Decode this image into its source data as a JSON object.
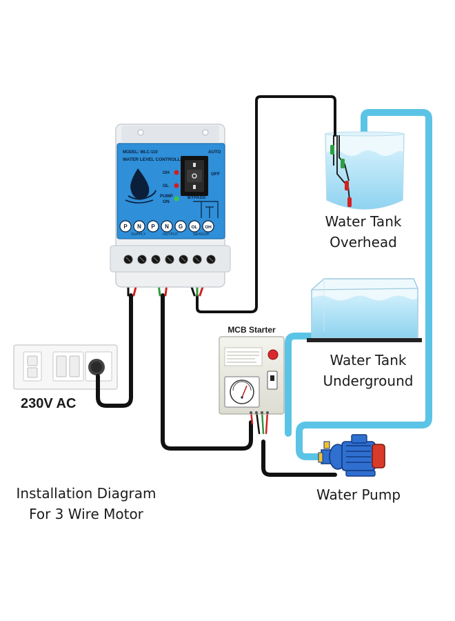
{
  "controller": {
    "model": "MODEL: WLC-110",
    "title": "WATER LEVEL CONTROLLER",
    "switch_auto": "AUTO",
    "switch_off": "OFF",
    "switch_bypass": "BYPASS",
    "led_oh": "OH",
    "led_ol": "OL",
    "pump_on_1": "PUMP",
    "pump_on_2": "ON",
    "terminals": [
      "P",
      "N",
      "P",
      "N",
      "G",
      "OL",
      "OH"
    ],
    "group_supply": "SUPPLY",
    "group_output": "OUTPUT",
    "group_sensor": "SENSOR"
  },
  "labels": {
    "overhead_tank_1": "Water Tank",
    "overhead_tank_2": "Overhead",
    "underground_tank_1": "Water Tank",
    "underground_tank_2": "Underground",
    "mcb_starter": "MCB Starter",
    "supply": "230V AC",
    "water_pump": "Water Pump",
    "caption_1": "Installation Diagram",
    "caption_2": "For 3 Wire Motor"
  },
  "colors": {
    "pipe": "#5bc4e6",
    "wire_black": "#111111",
    "wire_red": "#d42020",
    "wire_green": "#2e9a3a",
    "controller_blue": "#2f8fd8",
    "pump_blue": "#2f6fd0",
    "pump_red": "#d93b2a"
  }
}
